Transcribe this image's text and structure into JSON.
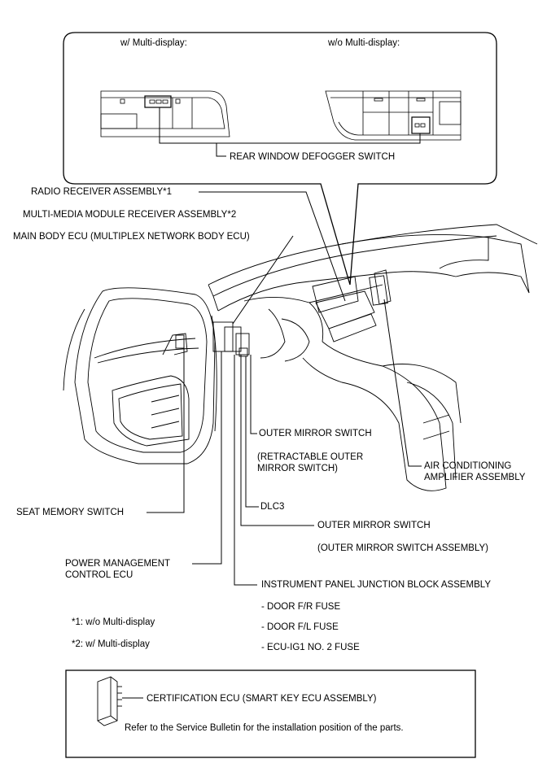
{
  "inset": {
    "with_display": "w/ Multi-display:",
    "without_display": "w/o Multi-display:",
    "rear_window_defogger_switch": "REAR WINDOW DEFOGGER SWITCH"
  },
  "labels": {
    "radio_receiver": "RADIO RECEIVER ASSEMBLY*1",
    "multimedia_receiver": "MULTI-MEDIA MODULE RECEIVER ASSEMBLY*2",
    "main_body_ecu": "MAIN BODY ECU (MULTIPLEX NETWORK BODY ECU)",
    "outer_mirror_switch_1": "OUTER MIRROR SWITCH",
    "retractable_line1": "(RETRACTABLE OUTER",
    "retractable_line2": "MIRROR SWITCH)",
    "air_conditioning_line1": "AIR CONDITIONING",
    "air_conditioning_line2": "AMPLIFIER ASSEMBLY",
    "seat_memory_switch": "SEAT MEMORY SWITCH",
    "dlc3": "DLC3",
    "outer_mirror_switch_2": "OUTER MIRROR SWITCH",
    "outer_mirror_switch_assembly": "(OUTER MIRROR SWITCH ASSEMBLY)",
    "power_management_line1": "POWER MANAGEMENT",
    "power_management_line2": "CONTROL ECU",
    "instrument_panel_jb": "INSTRUMENT PANEL JUNCTION BLOCK ASSEMBLY",
    "fuse_door_fr": "- DOOR F/R FUSE",
    "fuse_door_fl": "- DOOR F/L FUSE",
    "fuse_ecu_ig1": "- ECU-IG1 NO. 2 FUSE"
  },
  "notes": {
    "note1": "*1: w/o Multi-display",
    "note2": "*2: w/ Multi-display"
  },
  "bottom_box": {
    "certification_ecu": "CERTIFICATION ECU (SMART KEY ECU ASSEMBLY)",
    "refer_text": "Refer to the Service Bulletin for the installation position of the parts."
  }
}
